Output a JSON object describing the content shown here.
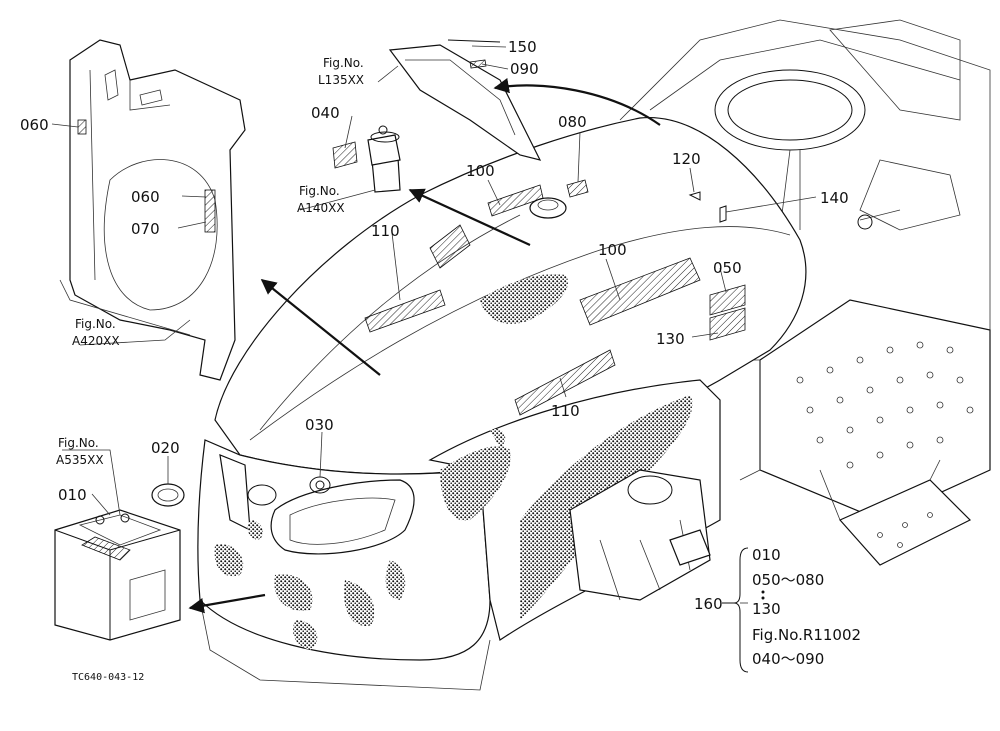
{
  "callouts": {
    "c010": "010",
    "c020": "020",
    "c030": "030",
    "c040": "040",
    "c050": "050",
    "c060a": "060",
    "c060b": "060",
    "c070": "070",
    "c080": "080",
    "c090": "090",
    "c100a": "100",
    "c100b": "100",
    "c110a": "110",
    "c110b": "110",
    "c120": "120",
    "c130": "130",
    "c140": "140",
    "c150": "150",
    "c160": "160"
  },
  "fig_refs": {
    "l135_label": "Fig.No.",
    "l135_code": "L135XX",
    "a140_label": "Fig.No.",
    "a140_code": "A140XX",
    "a420_label": "Fig.No.",
    "a420_code": "A420XX",
    "a535_label": "Fig.No.",
    "a535_code": "A535XX"
  },
  "set_160": {
    "line1": "010",
    "line2": "050～080",
    "line3": "130",
    "line4": "Fig.No.R11002",
    "line5": "040～090"
  },
  "drawing_code": "TC640-043-12"
}
